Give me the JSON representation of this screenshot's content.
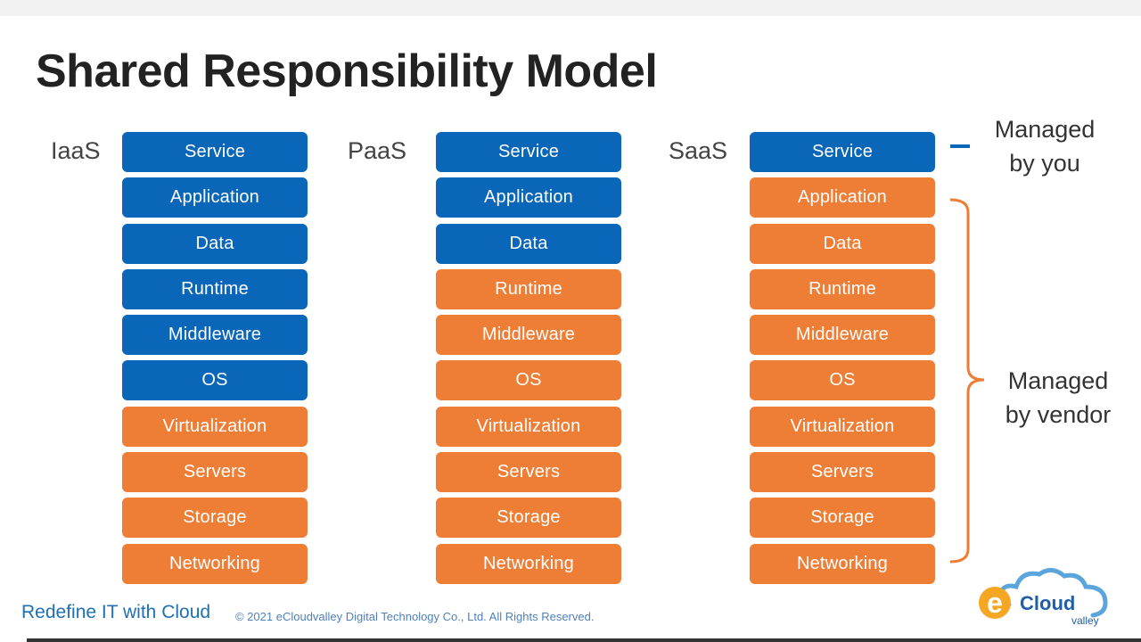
{
  "title": "Shared Responsibility Model",
  "colors": {
    "you": "#0a66b8",
    "vendor": "#ee7d35",
    "tagline": "#1f6fb2"
  },
  "columns": [
    {
      "label": "IaaS",
      "layers": [
        {
          "text": "Service",
          "managed": "you"
        },
        {
          "text": "Application",
          "managed": "you"
        },
        {
          "text": "Data",
          "managed": "you"
        },
        {
          "text": "Runtime",
          "managed": "you"
        },
        {
          "text": "Middleware",
          "managed": "you"
        },
        {
          "text": "OS",
          "managed": "you"
        },
        {
          "text": "Virtualization",
          "managed": "vendor"
        },
        {
          "text": "Servers",
          "managed": "vendor"
        },
        {
          "text": "Storage",
          "managed": "vendor"
        },
        {
          "text": "Networking",
          "managed": "vendor"
        }
      ]
    },
    {
      "label": "PaaS",
      "layers": [
        {
          "text": "Service",
          "managed": "you"
        },
        {
          "text": "Application",
          "managed": "you"
        },
        {
          "text": "Data",
          "managed": "you"
        },
        {
          "text": "Runtime",
          "managed": "vendor"
        },
        {
          "text": "Middleware",
          "managed": "vendor"
        },
        {
          "text": "OS",
          "managed": "vendor"
        },
        {
          "text": "Virtualization",
          "managed": "vendor"
        },
        {
          "text": "Servers",
          "managed": "vendor"
        },
        {
          "text": "Storage",
          "managed": "vendor"
        },
        {
          "text": "Networking",
          "managed": "vendor"
        }
      ]
    },
    {
      "label": "SaaS",
      "layers": [
        {
          "text": "Service",
          "managed": "you"
        },
        {
          "text": "Application",
          "managed": "vendor"
        },
        {
          "text": "Data",
          "managed": "vendor"
        },
        {
          "text": "Runtime",
          "managed": "vendor"
        },
        {
          "text": "Middleware",
          "managed": "vendor"
        },
        {
          "text": "OS",
          "managed": "vendor"
        },
        {
          "text": "Virtualization",
          "managed": "vendor"
        },
        {
          "text": "Servers",
          "managed": "vendor"
        },
        {
          "text": "Storage",
          "managed": "vendor"
        },
        {
          "text": "Networking",
          "managed": "vendor"
        }
      ]
    }
  ],
  "legend": {
    "you_line1": "Managed",
    "you_line2": "by you",
    "vendor_line1": "Managed",
    "vendor_line2": "by vendor"
  },
  "footer": {
    "tagline": "Redefine IT with Cloud",
    "copyright": "© 2021 eCloudvalley Digital Technology Co., Ltd. All Rights Reserved."
  },
  "logo": {
    "letter": "e",
    "word": "Cloud",
    "sub": "valley"
  }
}
